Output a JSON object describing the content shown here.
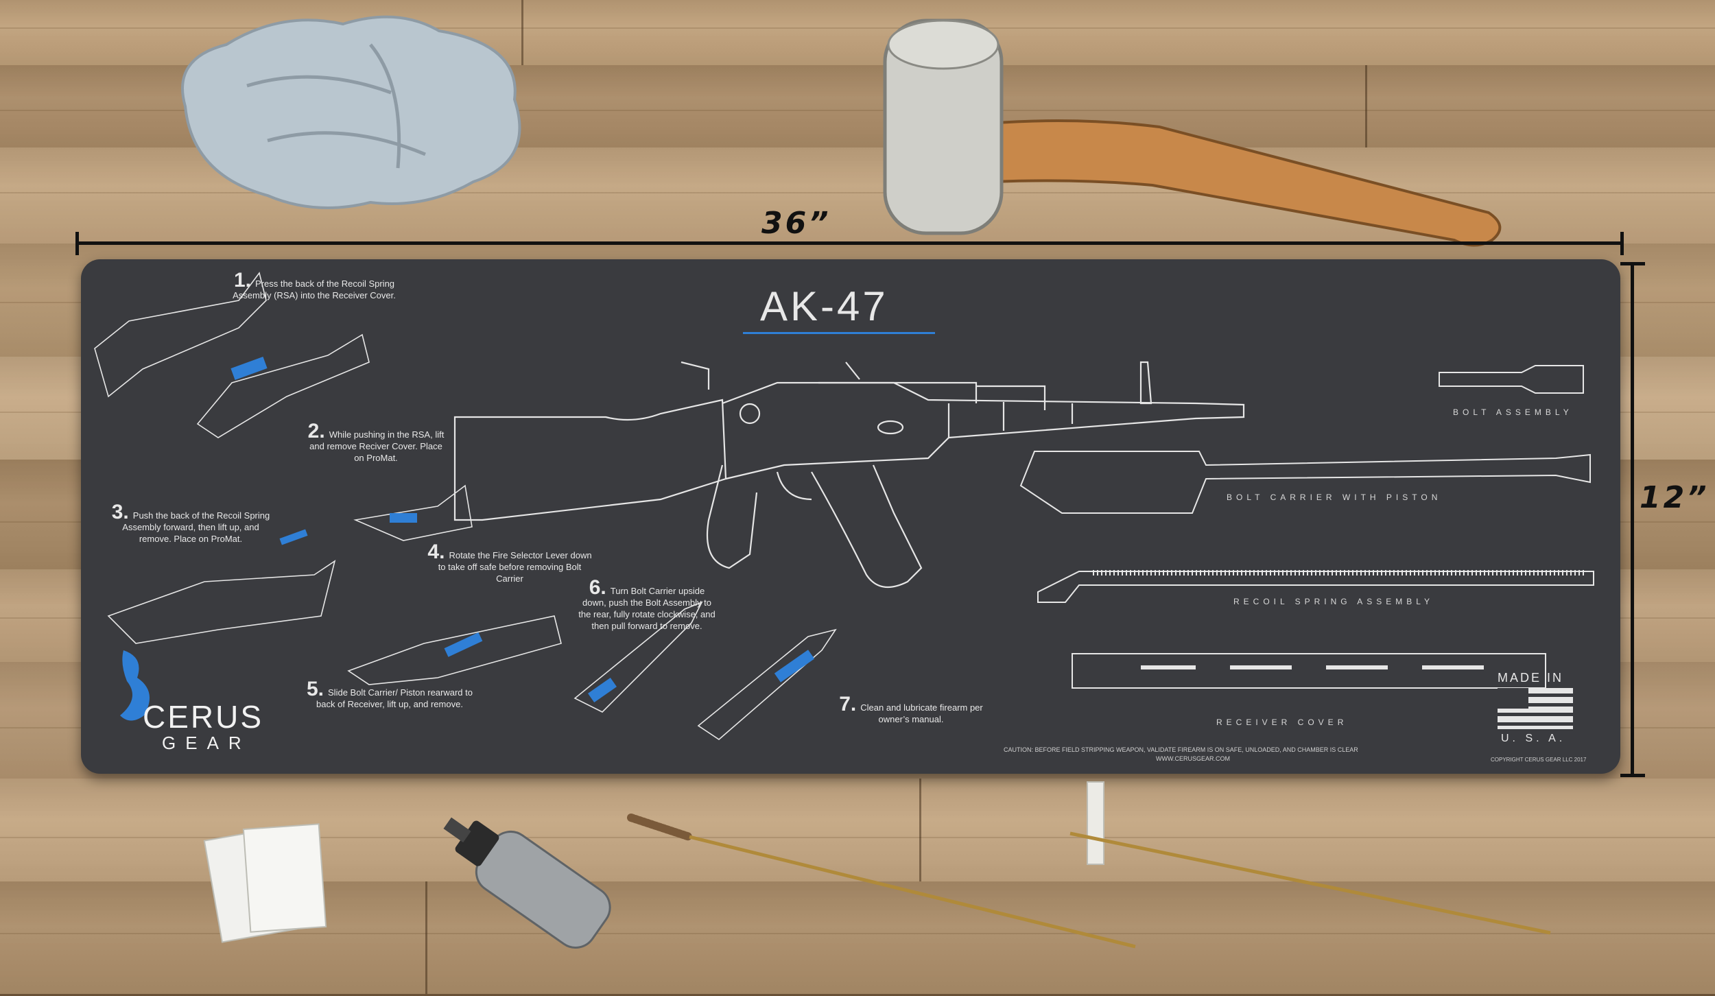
{
  "dimensions": {
    "width_label": "36”",
    "height_label": "12”"
  },
  "mat": {
    "title": "AK-47",
    "steps": [
      {
        "num": "1.",
        "text": "Press the back of the Recoil Spring Assembly (RSA) into the Receiver Cover."
      },
      {
        "num": "2.",
        "text": "While pushing in the RSA, lift and remove Reciver Cover. Place on ProMat."
      },
      {
        "num": "3.",
        "text": "Push the back of the Recoil Spring Assembly forward, then lift up, and remove. Place on ProMat."
      },
      {
        "num": "4.",
        "text": "Rotate the Fire Selector Lever down to take off safe before removing Bolt Carrier"
      },
      {
        "num": "5.",
        "text": "Slide Bolt Carrier/ Piston rearward to back of Receiver, lift up, and remove."
      },
      {
        "num": "6.",
        "text": "Turn Bolt Carrier upside down, push the Bolt Assembly to the rear, fully rotate clockwise, and then pull forward to remove."
      },
      {
        "num": "7.",
        "text": "Clean and lubricate firearm per owner’s manual."
      }
    ],
    "parts": {
      "bolt_assembly": "BOLT ASSEMBLY",
      "bolt_carrier": "BOLT CARRIER WITH PISTON",
      "recoil_spring": "RECOIL SPRING ASSEMBLY",
      "receiver_cover": "RECEIVER COVER"
    },
    "brand": {
      "name": "CERUS",
      "sub": "GEAR"
    },
    "caution": "CAUTION: BEFORE FIELD STRIPPING WEAPON, VALIDATE FIREARM IS ON SAFE, UNLOADED, AND CHAMBER IS CLEAR",
    "website": "WWW.CERUSGEAR.COM",
    "made_in": {
      "line1": "MADE IN",
      "line2": "U. S. A."
    },
    "copyright": "COPYRIGHT CERUS GEAR LLC 2017"
  },
  "colors": {
    "mat": "#3a3b3f",
    "accent_blue": "#2f7fd6",
    "line_art": "#e6e6e6",
    "wood": "#b49673"
  }
}
